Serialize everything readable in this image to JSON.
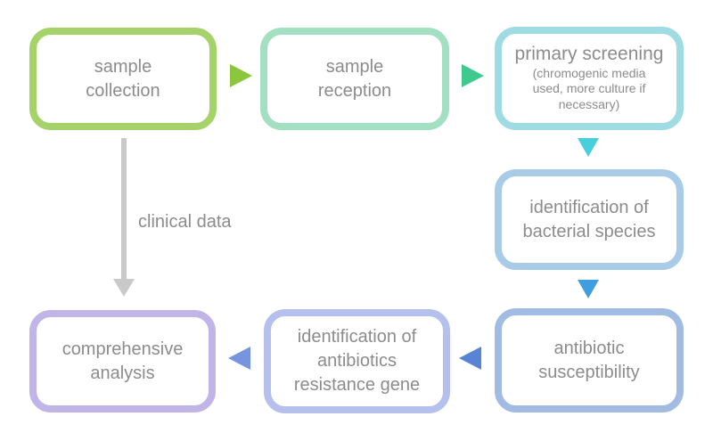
{
  "diagram": {
    "background_color": "#ffffff",
    "text_color": "#8c8c8c",
    "nodes": {
      "sample_collection": {
        "label": "sample\ncollection",
        "border_color": "#a6d26a"
      },
      "sample_reception": {
        "label": "sample\nreception",
        "border_color": "#a3e0c2"
      },
      "primary_screening": {
        "label": "primary screening",
        "sublabel": "(chromogenic media\nused, more culture if\nnecessary)",
        "border_color": "#9fdbe2"
      },
      "identification_of_bacterial_species": {
        "label": "identification of\nbacterial species",
        "border_color": "#a8cbe7"
      },
      "antibiotic_susceptibility": {
        "label": "antibiotic\nsusceptibility",
        "border_color": "#a2bbe3"
      },
      "identification_of_antibiotics_resistance_gene": {
        "label": "identification of\nantibiotics\nresistance gene",
        "border_color": "#b5c1ec"
      },
      "comprehensive_analysis": {
        "label": "comprehensive\nanalysis",
        "border_color": "#c0b5e6"
      }
    },
    "arrows": {
      "collection_to_reception": {
        "direction": "right",
        "color": "#8cc63e"
      },
      "reception_to_screening": {
        "direction": "right",
        "color": "#3eca8e"
      },
      "screening_to_species_id": {
        "direction": "down",
        "color": "#45d0dc"
      },
      "species_id_to_susceptibility": {
        "direction": "down",
        "color": "#3f9edf"
      },
      "susceptibility_to_resistance_gene": {
        "direction": "left",
        "color": "#5885d3"
      },
      "resistance_gene_to_analysis": {
        "direction": "left",
        "color": "#7795de"
      },
      "collection_to_analysis": {
        "direction": "down",
        "color": "#c9c9c9",
        "label": "clinical data"
      }
    }
  }
}
